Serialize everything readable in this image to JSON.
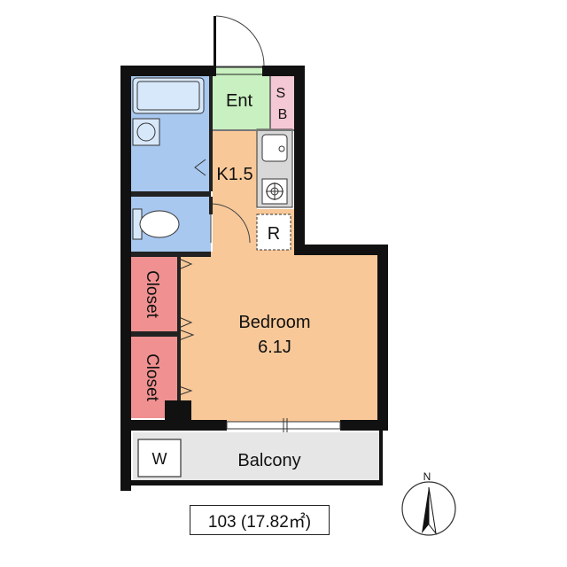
{
  "rooms": {
    "entrance": "Ent",
    "shoe_box": "SB",
    "kitchen": "K1.5",
    "refrigerator": "R",
    "bedroom": "Bedroom",
    "bedroom_size": "6.1J",
    "closet_1": "Closet",
    "closet_2": "Closet",
    "washer": "W",
    "balcony": "Balcony"
  },
  "unit_caption": "103 (17.82㎡)",
  "compass": {
    "north": "N"
  },
  "colors": {
    "wall": "#111111",
    "bath": "#a8c8f0",
    "entrance": "#c8f0c0",
    "shoe_box": "#f4c8d4",
    "kitchen_bedroom": "#f8c898",
    "closet": "#f09090",
    "balcony": "#e6e6e6",
    "counter": "#d8d8d8"
  }
}
